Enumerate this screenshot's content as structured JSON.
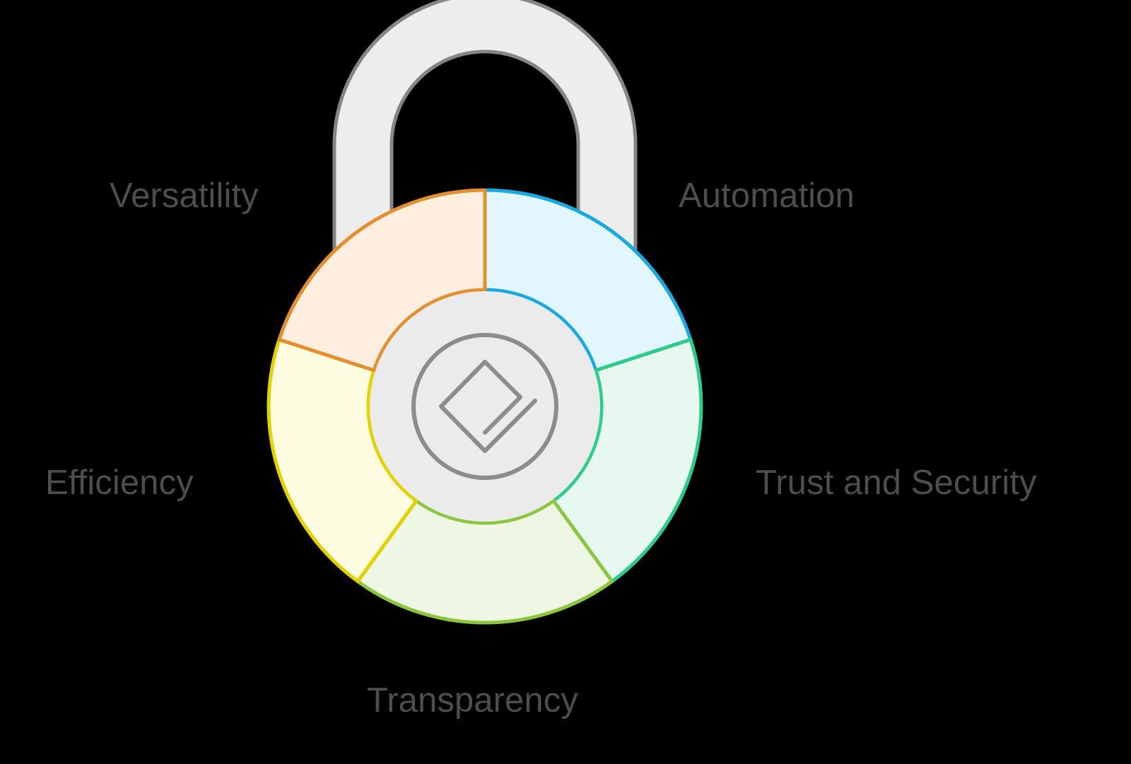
{
  "figure": {
    "title": "Padlock capability wheel",
    "background_color": "#000000",
    "center_logo_name": "diamond-e-logo"
  },
  "labels": {
    "versatility": "Versatility",
    "automation": "Automation",
    "efficiency": "Efficiency",
    "trust_and_security": "Trust and Security",
    "transparency": "Transparency"
  },
  "shackle": {
    "name": "padlock-shackle",
    "fill": "#ededed",
    "stroke": "#858585"
  },
  "hub": {
    "name": "padlock-body-hub",
    "fill": "#ebebeb",
    "ring_stroke": "#8c8c8c",
    "logo_stroke": "#8c8c8c"
  },
  "chart_data": {
    "type": "pie",
    "title": "Padlock capability wheel",
    "subtitle": "",
    "xlabel": "",
    "ylabel": "",
    "legend_position": "around-ring",
    "grid": false,
    "donut": true,
    "outer_radius": 306,
    "inner_radius": 165,
    "center": [
      686,
      575
    ],
    "start_angle_deg": 0,
    "direction": "clockwise",
    "categories": [
      "Automation",
      "Trust and Security",
      "Transparency",
      "Efficiency",
      "Versatility"
    ],
    "values": [
      20,
      20,
      20,
      20,
      20
    ],
    "value_unit": "percent",
    "slices": [
      {
        "label": "Automation",
        "value": 20,
        "start_deg": 0,
        "end_deg": 72,
        "fill": "#e2f6fd",
        "stroke": "#19a9e0",
        "label_position": "top-right"
      },
      {
        "label": "Trust and Security",
        "value": 20,
        "start_deg": 72,
        "end_deg": 144,
        "fill": "#e6f8ef",
        "stroke": "#2ecc8b",
        "label_position": "right"
      },
      {
        "label": "Transparency",
        "value": 20,
        "start_deg": 144,
        "end_deg": 216,
        "fill": "#eef7e4",
        "stroke": "#8cc63f",
        "label_position": "bottom"
      },
      {
        "label": "Efficiency",
        "value": 20,
        "start_deg": 216,
        "end_deg": 288,
        "fill": "#fdfbe0",
        "stroke": "#e3d100",
        "label_position": "left"
      },
      {
        "label": "Versatility",
        "value": 20,
        "start_deg": 288,
        "end_deg": 360,
        "fill": "#fdeee0",
        "stroke": "#e2902f",
        "label_position": "top-left"
      }
    ]
  },
  "colors": {
    "background": "#000000",
    "text": "#4d4d4d",
    "automation": "#19a9e0",
    "trust_and_security": "#2ecc8b",
    "transparency": "#8cc63f",
    "efficiency": "#e3d100",
    "versatility": "#e2902f",
    "metal_fill": "#ededed",
    "metal_stroke": "#858585"
  }
}
